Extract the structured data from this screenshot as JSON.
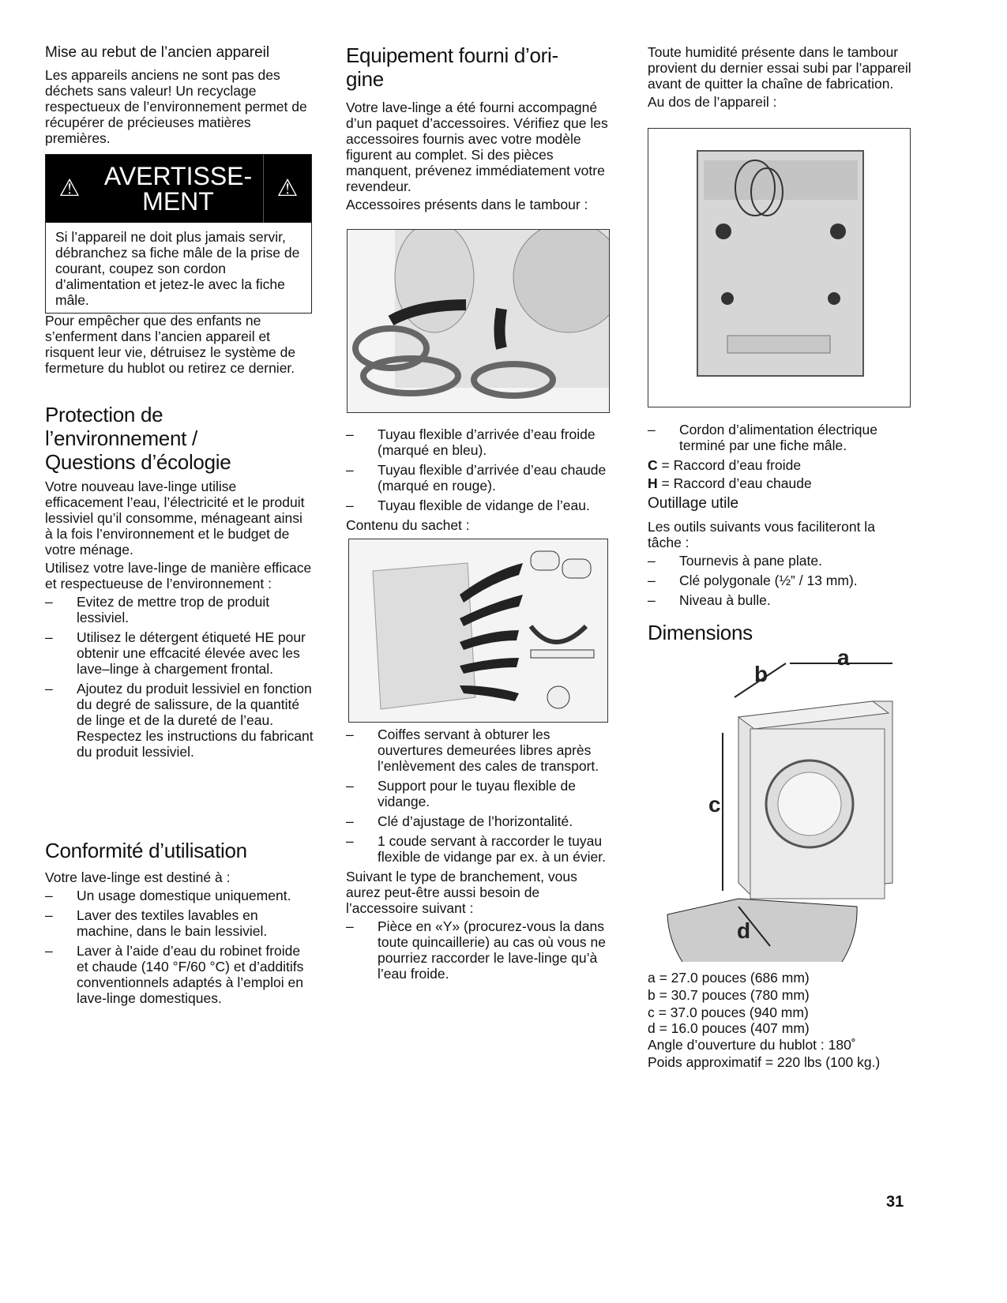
{
  "col1": {
    "disposal_heading": "Mise au rebut de l’ancien appareil",
    "disposal_text": "Les appareils anciens ne sont pas des déchets sans valeur! Un recyclage respectueux de l’environnement permet de récupérer de précieuses matières premières.",
    "warning": {
      "title_line1": "AVERTISSE-",
      "title_line2": "MENT",
      "text": "Si l’appareil ne doit plus jamais servir, débranchez sa fiche mâle de la prise de courant, coupez son cordon d’alimentation et jetez-le avec la fiche mâle."
    },
    "children_text": "Pour empêcher que des enfants ne s’enferment dans l’ancien appareil et risquent leur vie, détruisez le système de fermeture du hublot ou retirez ce dernier.",
    "env_heading": [
      "Protection de",
      "l’environnement /",
      "Questions d’écologie"
    ],
    "env_text1": "Votre nouveau lave-linge utilise efficacement l’eau, l’électricité et le produit lessiviel qu’il consomme, ménageant ainsi à la fois l’environnement et le budget de votre ménage.",
    "env_text2": "Utilisez votre lave-linge de manière efficace et respectueuse de l’environnement :",
    "env_list": [
      "Evitez de mettre trop de produit lessiviel.",
      "Utilisez le détergent étiqueté HE pour obtenir une effcacité élevée avec les lave–linge à chargement frontal.",
      "Ajoutez du produit lessiviel en fonction du degré de salissure, de la quantité de linge et de la dureté de l’eau. Respectez les instructions du fabricant du produit lessiviel."
    ],
    "use_heading": "Conformité d’utilisation",
    "use_text": "Votre lave-linge est destiné à :",
    "use_list": [
      "Un usage domestique uniquement.",
      "Laver des textiles lavables en machine, dans le bain lessiviel.",
      "Laver à l’aide d’eau du robinet froide et chaude (140 °F/60 °C) et d’additifs conventionnels adaptés à l’emploi en lave-linge domestiques."
    ]
  },
  "col2": {
    "heading": [
      "Equipement fourni d’ori-",
      "gine"
    ],
    "intro": "Votre lave-linge a été fourni accompagné d’un paquet d’accessoires. Vérifiez que les accessoires fournis avec votre modèle figurent au complet. Si des pièces manquent, prévenez immédiatement votre revendeur.",
    "drum_label": "Accessoires présents dans le tambour :",
    "drum_list": [
      "Tuyau flexible d’arrivée d’eau froide (marqué en bleu).",
      "Tuyau flexible d’arrivée d’eau chaude (marqué en rouge).",
      "Tuyau flexible de vidange de l’eau."
    ],
    "bag_label": "Contenu du sachet :",
    "bag_list": [
      "Coiffes servant à obturer les ouvertures demeurées libres après l’enlèvement des cales de transport.",
      "Support pour le tuyau flexible de vidange.",
      "Clé d’ajustage de l’horizontalité.",
      "1 coude servant à raccorder le tuyau flexible de vidange par ex. à un évier."
    ],
    "extra_text": "Suivant le type de branchement, vous aurez peut-être aussi besoin de l’accessoire suivant :",
    "extra_list": [
      "Pièce en «Y» (procurez-vous la dans toute quincaillerie) au cas où vous ne pourriez raccorder le lave-linge qu’à l’eau froide."
    ]
  },
  "col3": {
    "humidity_text": "Toute humidité présente dans le tambour provient du dernier essai subi par l’appareil avant de quitter la chaîne de fabrication.",
    "back_label": "Au dos de l’appareil :",
    "back_list": [
      "Cordon d’alimentation électrique terminé par une fiche mâle."
    ],
    "c_key": "C",
    "c_text": " = Raccord d’eau froide",
    "h_key": "H",
    "h_text": " = Raccord d’eau chaude",
    "tools_heading": "Outillage utile",
    "tools_text": "Les outils suivants vous faciliteront la tâche :",
    "tools_list": [
      "Tournevis à pane plate.",
      "Clé polygonale (½” / 13 mm).",
      "Niveau à bulle."
    ],
    "dim_heading": "Dimensions",
    "dim_letters": {
      "a": "a",
      "b": "b",
      "c": "c",
      "d": "d"
    },
    "dims": [
      "a = 27.0 pouces (686 mm)",
      "b = 30.7 pouces (780 mm)",
      "c = 37.0 pouces (940 mm)",
      "d = 16.0 pouces (407 mm)",
      "Angle d’ouverture du hublot : 180˚",
      "Poids approximatif = 220 lbs (100 kg.)"
    ]
  },
  "page_number": "31",
  "icons": {
    "warning": "⚠"
  }
}
